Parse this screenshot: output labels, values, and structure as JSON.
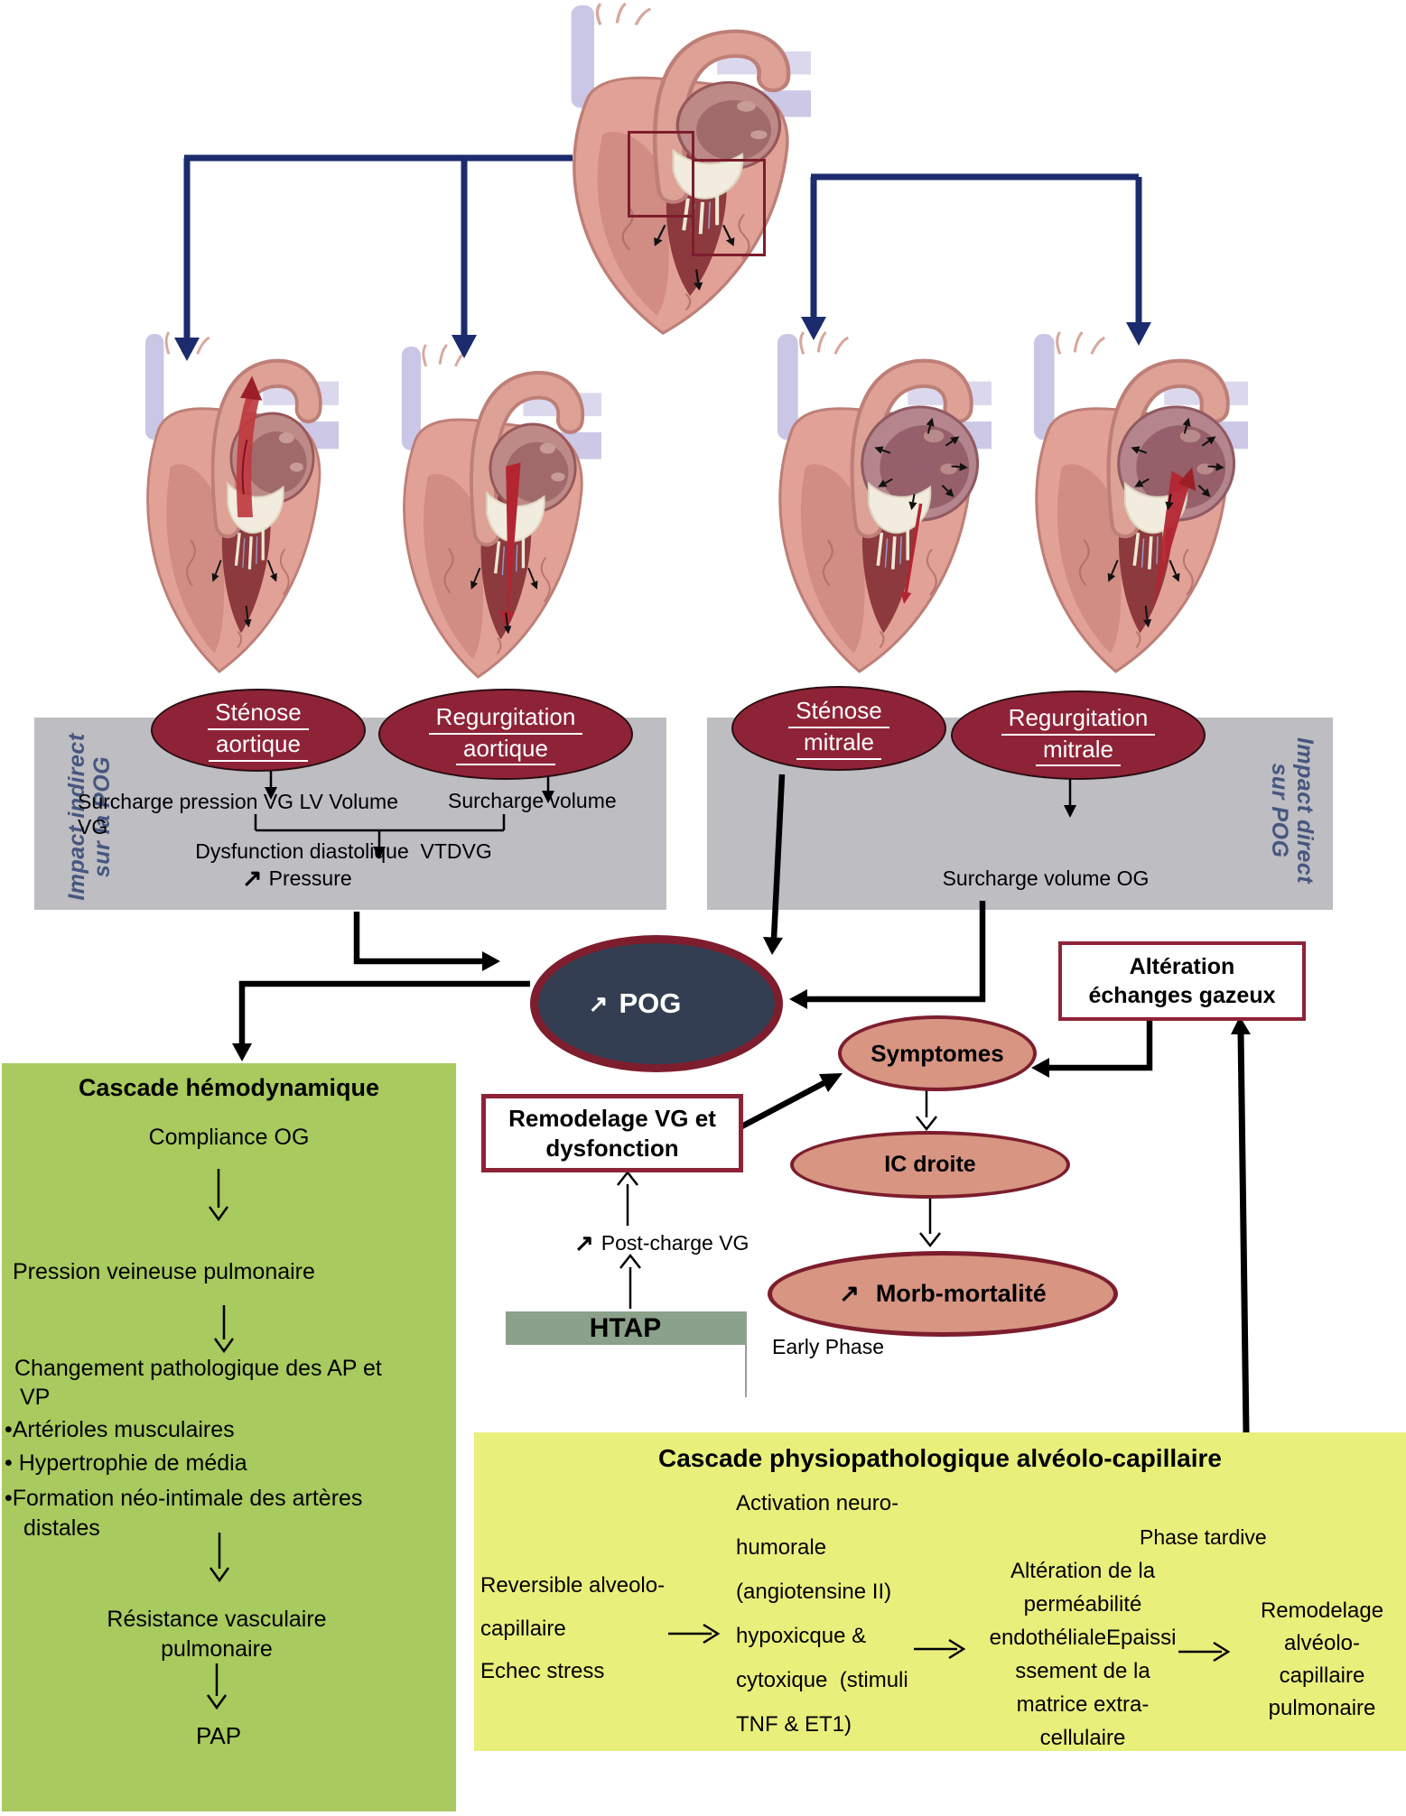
{
  "valve_ovals": [
    {
      "line1": "Sténose",
      "line2": "aortique"
    },
    {
      "line1": "Regurgitation",
      "line2": "aortique"
    },
    {
      "line1": "Sténose",
      "line2": "mitrale"
    },
    {
      "line1": "Regurgitation",
      "line2": "mitrale"
    }
  ],
  "left_band": {
    "vertical_line1": "Impact indirect",
    "vertical_line2": "sur la POG",
    "surcharge_line1": "Surcharge pression VG LV Volume",
    "surcharge_line2": "VG",
    "surcharge_volume": "Surcharge volume",
    "dysfunction": "Dysfunction diastolique  VTDVG",
    "pressure_arrow": "↗",
    "pressure": "Pressure"
  },
  "right_band": {
    "vertical_line1": "Impact direct",
    "vertical_line2": "sur POG",
    "surcharge_og": "Surcharge volume OG"
  },
  "pog": {
    "arrow": "↗",
    "label": "POG"
  },
  "alteration": {
    "line1": "Altération",
    "line2": "échanges gazeux"
  },
  "symptomes": "Symptomes",
  "remodelage": {
    "line1": "Remodelage VG et",
    "line2": "dysfonction"
  },
  "ic_droite": "IC droite",
  "morb": {
    "arrow": "↗",
    "label": "Morb-mortalité"
  },
  "postcharge": {
    "arrow": "↗",
    "label": "Post-charge VG"
  },
  "htap": "HTAP",
  "early_phase": "Early Phase",
  "green_box": {
    "title": "Cascade hémodynamique",
    "compliance": "Compliance OG",
    "pression": "Pression veineuse pulmonaire",
    "changement_line1": "Changement pathologique des AP et",
    "changement_line2": "VP",
    "bullet1": "•Artérioles musculaires",
    "bullet2": "• Hypertrophie de média",
    "bullet3_line1": "•Formation néo-intimale des artères",
    "bullet3_line2": "distales",
    "resistance_line1": "Résistance vasculaire",
    "resistance_line2": "pulmonaire",
    "pap": "PAP"
  },
  "yellow_box": {
    "title": "Cascade physiopathologique alvéolo-capillaire",
    "phase": "Phase tardive",
    "col1": [
      "Reversible alveolo-",
      "capillaire",
      "Echec stress"
    ],
    "col2": [
      "Activation neuro-",
      "humorale",
      "(angiotensine II)",
      "hypoxicque &",
      "cytoxique  (stimuli",
      "TNF & ET1)"
    ],
    "col3": [
      "Altération de la",
      "perméabilité",
      "endothélialeEpaissi",
      "ssement de la",
      "matrice extra-",
      "cellulaire"
    ],
    "col4": [
      "Remodelage",
      "alvéolo-",
      "capillaire",
      "pulmonaire"
    ]
  },
  "colors": {
    "maroon": "#8e2337",
    "navy_arrow": "#1c2b6d",
    "pog_fill": "#333e52",
    "salmon": "#d79582",
    "gray_band": "#bdbdc2",
    "green_box": "#a8ca5e",
    "yellow_box": "#e9ef7b",
    "htap_bar": "#8ba189",
    "vertical_label": "#47567f"
  }
}
